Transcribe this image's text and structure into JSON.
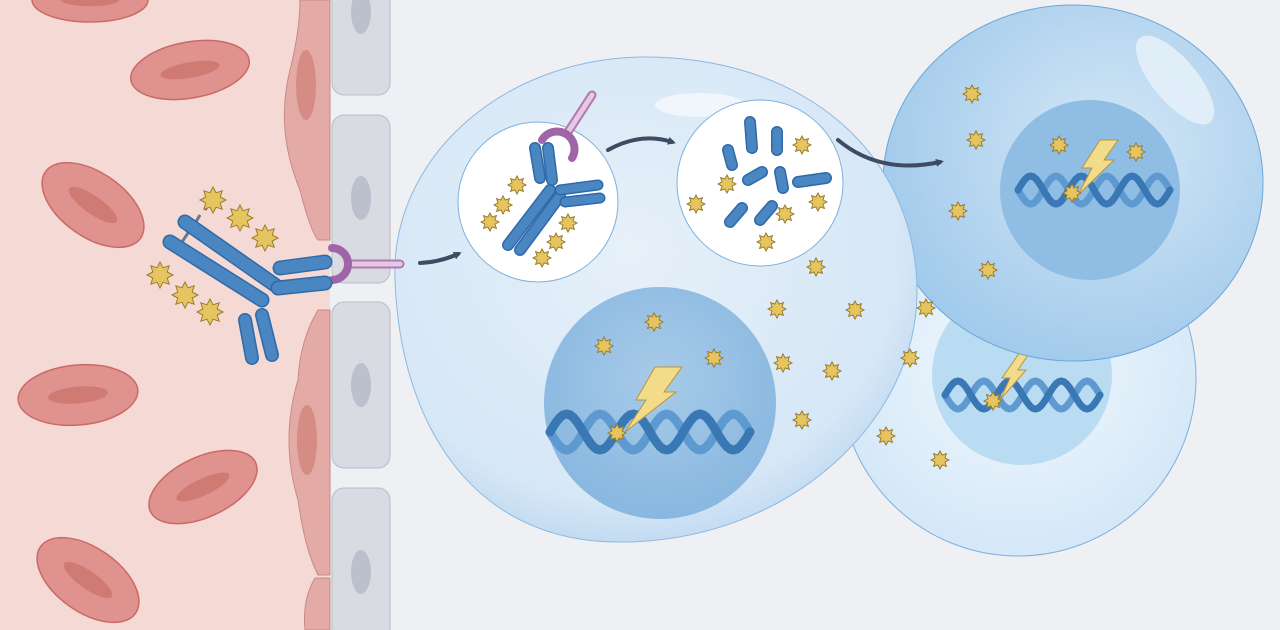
{
  "colors": {
    "background": "#eff0f4",
    "blood_vessel": "#f5d9d5",
    "red_blood_cell": "#e0928f",
    "endothelium": "#e3aaa6",
    "barrier_cell": "#d9dbe3",
    "cell_membrane": "#d4e6f5",
    "nucleus": "#94c0e3",
    "antibody": "#4a86c2",
    "payload": "#e6c560",
    "receptor": "#b07ab0",
    "dna": "#3a78b5",
    "arrow": "#3f4a63"
  },
  "icons": [
    "antibody-drug-conjugate",
    "receptor",
    "endosome",
    "lysosome",
    "dna-helix",
    "lightning-bolt",
    "payload-star",
    "process-arrow"
  ]
}
